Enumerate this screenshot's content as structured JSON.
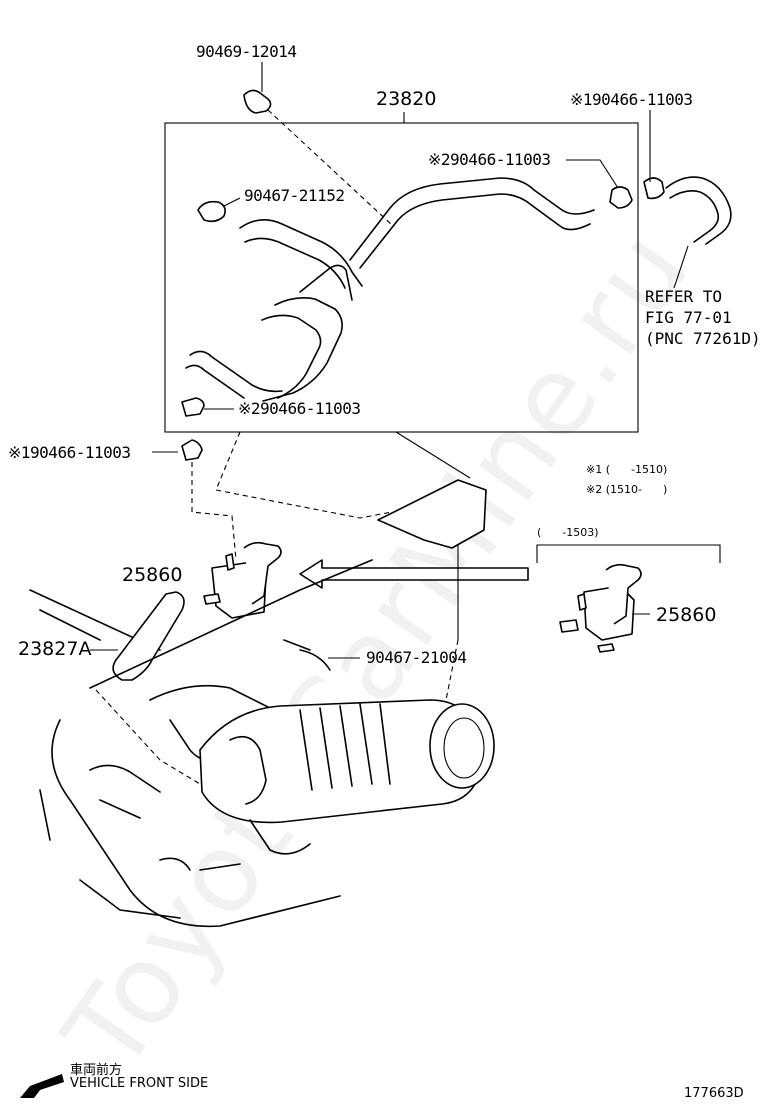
{
  "watermark": "ToyotaCarMine.ru",
  "callouts": {
    "p_90469_12014": "90469-12014",
    "p_23820": "23820",
    "p_90466_11003_top_right": "※190466-11003",
    "p_90466_11003_upper": "※290466-11003",
    "p_90467_21152": "90467-21152",
    "p_90466_11003_inner_low": "※290466-11003",
    "p_90466_11003_left": "※190466-11003",
    "p_25860_left": "25860",
    "p_23827A": "23827A",
    "p_90467_21004": "90467-21004",
    "p_25860_right": "25860"
  },
  "reference": {
    "text": "REFER TO\nFIG 77-01\n(PNC 77261D)"
  },
  "notes": {
    "n1": "※1 (      -1510)",
    "n2": "※2 (1510-      )",
    "bracket_range": "(      -1503)"
  },
  "footer": {
    "front_jp": "車両前方",
    "front_en": "VEHICLE FRONT SIDE",
    "diagram_id": "177663D"
  }
}
